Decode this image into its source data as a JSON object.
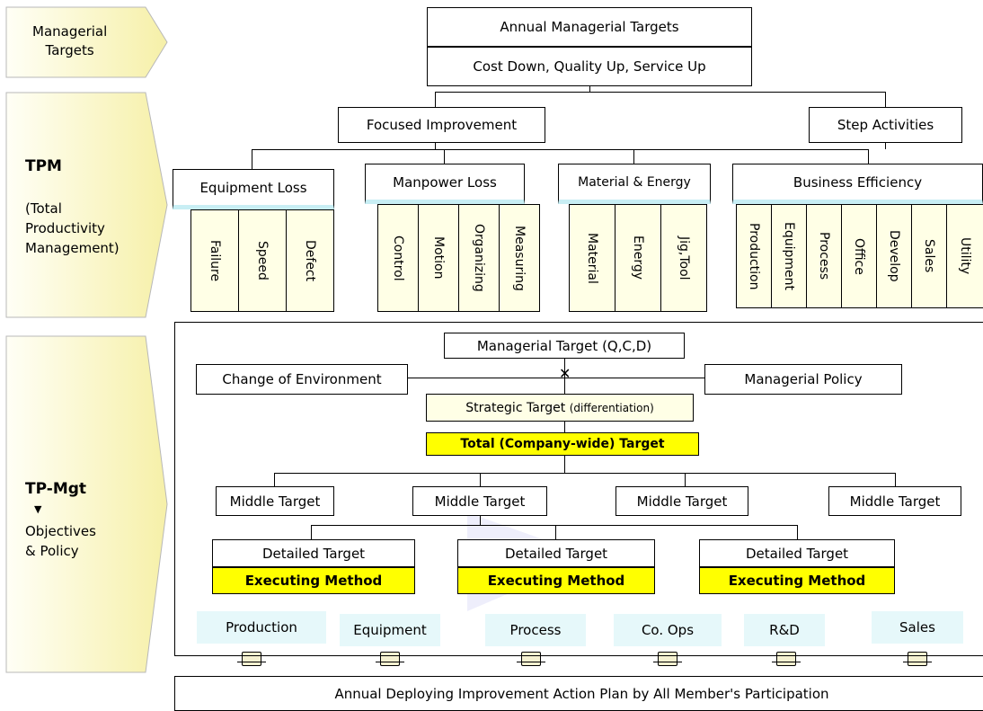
{
  "side": {
    "managerial_targets": "Managerial\nTargets",
    "tpm_title": "TPM",
    "tpm_subtitle": "(Total\nProductivity\nManagement)",
    "tpmgt_title": "TP-Mgt",
    "tpmgt_arrow": "▼",
    "tpmgt_subtitle": "Objectives\n& Policy"
  },
  "top": {
    "annual_targets": "Annual Managerial Targets",
    "cost_down": "Cost Down, Quality Up, Service Up",
    "focused_improvement": "Focused Improvement",
    "step_activities": "Step Activities"
  },
  "loss_groups": [
    {
      "title": "Equipment Loss",
      "items": [
        "Failure",
        "Speed",
        "Defect"
      ]
    },
    {
      "title": "Manpower Loss",
      "items": [
        "Control",
        "Motion",
        "Organizing",
        "Measuring"
      ]
    },
    {
      "title": "Material & Energy",
      "items": [
        "Material",
        "Energy",
        "Jig,Tool"
      ]
    },
    {
      "title": "Business Efficiency",
      "items": [
        "Production",
        "Equipment",
        "Process",
        "Office",
        "Develop",
        "Sales",
        "Utility"
      ]
    }
  ],
  "tpmgt": {
    "managerial_target": "Managerial Target (Q,C,D)",
    "change_environment": "Change of Environment",
    "managerial_policy": "Managerial Policy",
    "strategic_target": "Strategic Target",
    "strategic_target_note": "(differentiation)",
    "total_target": "Total (Company-wide) Target",
    "middle_targets": [
      "Middle Target",
      "Middle Target",
      "Middle Target",
      "Middle Target"
    ],
    "detailed_target": "Detailed Target",
    "executing_method": "Executing Method",
    "departments": [
      "Production",
      "Equipment",
      "Process",
      "Co. Ops",
      "R&D",
      "Sales"
    ]
  },
  "bottom": {
    "action_plan": "Annual Deploying Improvement Action Plan by All Member's Participation"
  },
  "colors": {
    "highlight": "#ffff00",
    "cream": "#ffffe6",
    "light_blue": "#e6f8fa",
    "header_underline": "#c8eef4",
    "side_gradient_light": "#fffff6",
    "side_gradient_dark": "#f6f0a8"
  }
}
